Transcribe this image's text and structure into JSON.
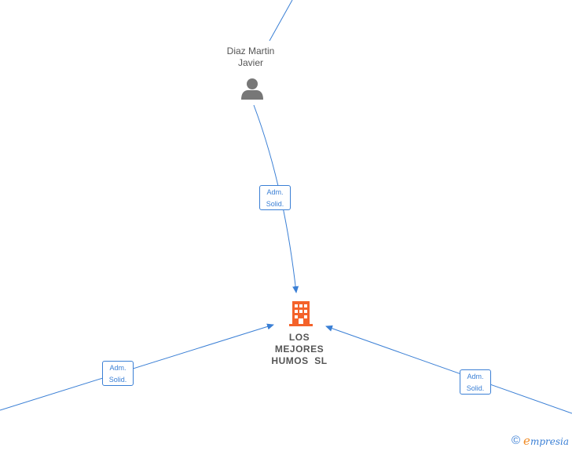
{
  "person": {
    "name_line1": "Diaz Martin",
    "name_line2": "Javier",
    "icon": "person-icon"
  },
  "company": {
    "name_line1": "LOS",
    "name_line2": "MEJORES",
    "name_line3": "HUMOS  SL",
    "icon": "building-icon",
    "color": "#f4622a"
  },
  "edges": [
    {
      "line1": "Adm.",
      "line2": "Solid."
    },
    {
      "line1": "Adm.",
      "line2": "Solid."
    },
    {
      "line1": "Adm.",
      "line2": "Solid."
    }
  ],
  "brand": {
    "copyright": "©",
    "initial": "e",
    "rest": "mpresia"
  },
  "colors": {
    "edge": "#3a7fd5",
    "person": "#777777"
  }
}
